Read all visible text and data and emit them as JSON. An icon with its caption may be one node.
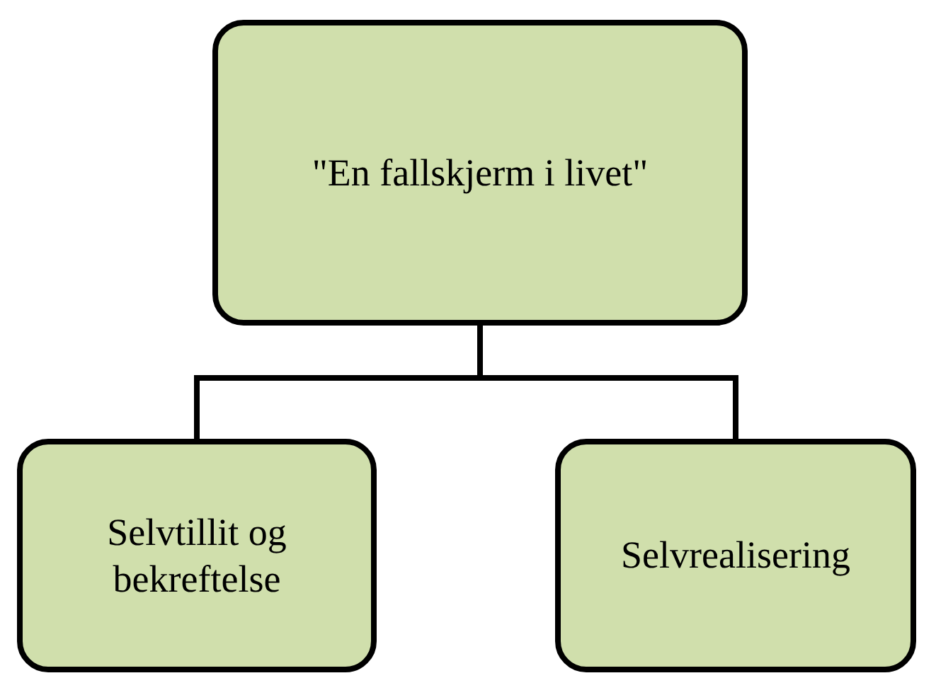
{
  "diagram": {
    "nodes": [
      {
        "text": [
          "\"En fallskjerm i livet\""
        ]
      },
      {
        "text": [
          "Selvtillit og bekreftelse"
        ]
      },
      {
        "text": [
          "Selvrealisering"
        ]
      }
    ],
    "edges": [
      {
        "from": 0,
        "to": 1,
        "arrow": "none"
      },
      {
        "from": 0,
        "to": 2,
        "arrow": "none"
      }
    ]
  }
}
